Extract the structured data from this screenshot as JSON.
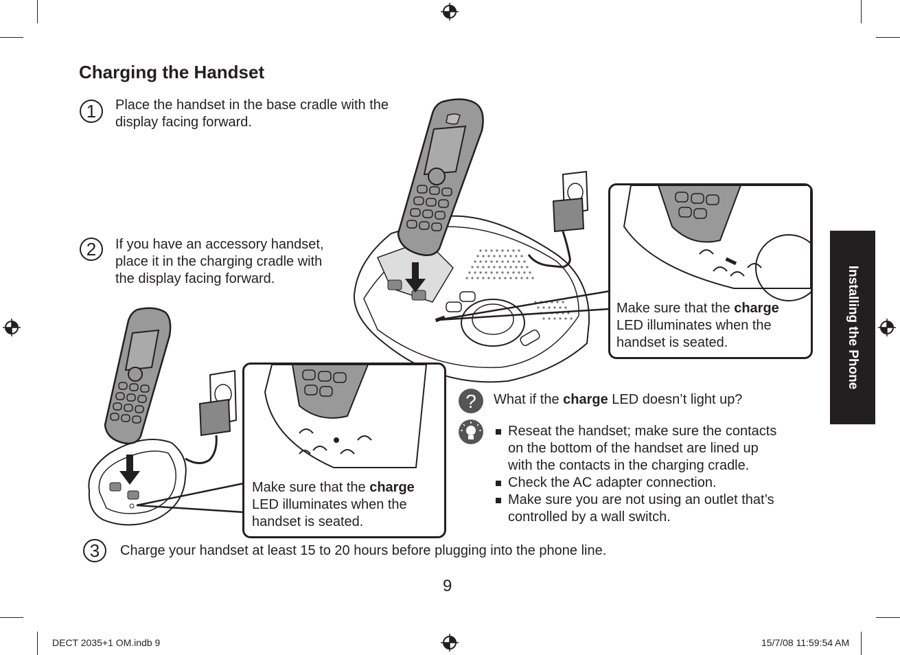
{
  "title": "Charging the Handset",
  "side_tab": "Installing the Phone",
  "steps": [
    {
      "number": "1",
      "text_line1": "Place the handset in the base cradle with the",
      "text_line2": "display facing forward."
    },
    {
      "number": "2",
      "text_line1": "If you have an accessory handset,",
      "text_line2": "place it in the charging cradle with",
      "text_line3": "the display facing forward."
    },
    {
      "number": "3",
      "text": "Charge your handset at least 15 to 20 hours before plugging into the phone line."
    }
  ],
  "callouts": [
    {
      "pre": "Make sure that the ",
      "bold": "charge",
      "line2": "LED illuminates when the",
      "line3": "handset is seated."
    },
    {
      "pre": "Make sure that the ",
      "bold": "charge",
      "line2": "LED illuminates when the",
      "line3": "handset is seated."
    }
  ],
  "question": {
    "pre": "What if the ",
    "bold": "charge",
    "post": " LED doesn’t light up?"
  },
  "tips": [
    [
      "Reseat the handset; make sure the contacts",
      "on the bottom of the handset are lined up",
      "with the contacts in the charging cradle."
    ],
    [
      "Check the AC adapter connection."
    ],
    [
      "Make sure you are not using an outlet that’s",
      "controlled by a wall switch."
    ]
  ],
  "page_number": "9",
  "footer": {
    "left": "DECT 2035+1 OM.indb   9",
    "right": "15/7/08   11:59:54 AM"
  },
  "icons": [
    "registration-mark-icon",
    "question-mark-icon",
    "lightbulb-icon",
    "down-arrow-icon",
    "phone-handset-icon",
    "base-station-icon",
    "charging-cradle-icon",
    "ac-adapter-icon",
    "wall-outlet-icon"
  ]
}
